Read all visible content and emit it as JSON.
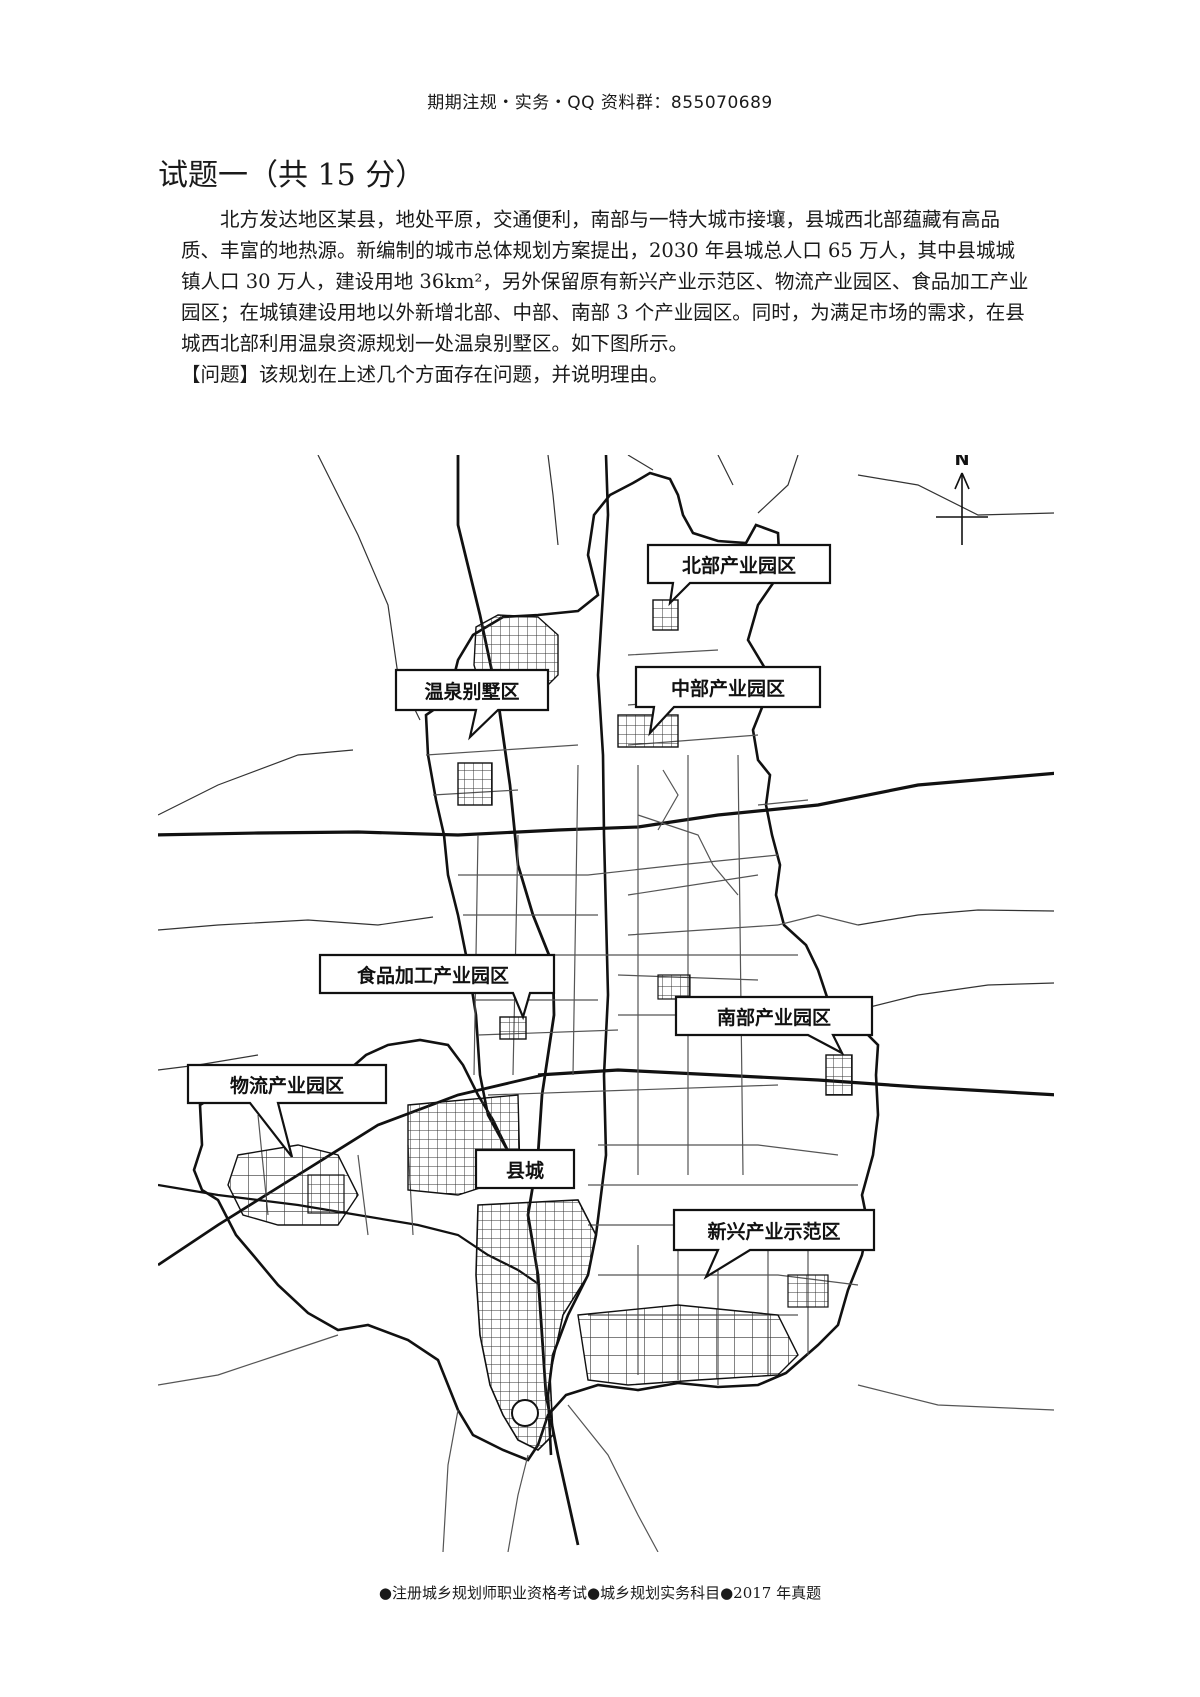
{
  "header": "期期注规・实务・QQ 资料群：855070689",
  "title": "试题一（共 15 分）",
  "paragraph": "北方发达地区某县，地处平原，交通便利，南部与一特大城市接壤，县城西北部蕴藏有高品质、丰富的地热源。新编制的城市总体规划方案提出，2030 年县城总人口 65 万人，其中县城城镇人口 30 万人，建设用地 36km²，另外保留原有新兴产业示范区、物流产业园区、食品加工产业园区；在城镇建设用地以外新增北部、中部、南部 3 个产业园区。同时，为满足市场的需求，在县城西北部利用温泉资源规划一处温泉别墅区。如下图所示。",
  "question": "【问题】该规划在上述几个方面存在问题，并说明理由。",
  "map": {
    "north": "N",
    "labels": {
      "north_park": "北部产业园区",
      "hot_spring": "温泉别墅区",
      "middle_park": "中部产业园区",
      "food_park": "食品加工产业园区",
      "south_park": "南部产业园区",
      "logistics_park": "物流产业园区",
      "county_town": "县城",
      "new_demo": "新兴产业示范区"
    }
  },
  "footer": "●注册城乡规划师职业资格考试●城乡规划实务科目●2017 年真题"
}
